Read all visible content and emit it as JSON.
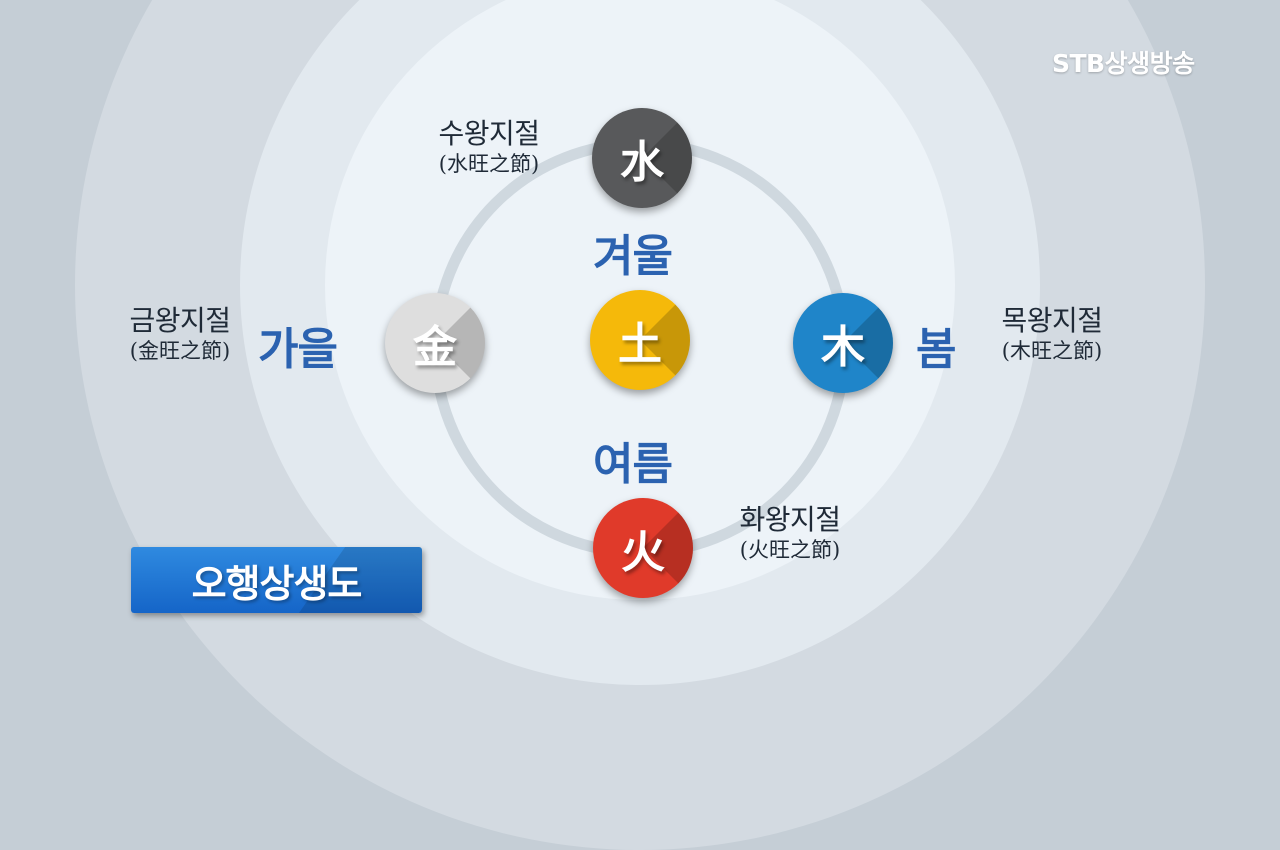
{
  "broadcaster": "STB상생방송",
  "title": "오행상생도",
  "elements": {
    "water": "水",
    "metal": "金",
    "earth": "土",
    "wood": "木",
    "fire": "火"
  },
  "seasons": {
    "winter": "겨울",
    "autumn": "가을",
    "spring": "봄",
    "summer": "여름"
  },
  "labels": {
    "water": {
      "korean": "수왕지절",
      "hanja": "(水旺之節)"
    },
    "metal": {
      "korean": "금왕지절",
      "hanja": "(金旺之節)"
    },
    "wood": {
      "korean": "목왕지절",
      "hanja": "(木旺之節)"
    },
    "fire": {
      "korean": "화왕지절",
      "hanja": "(火旺之節)"
    }
  },
  "colors": {
    "water": "#58595b",
    "metal": "#dedede",
    "earth": "#f5b90a",
    "wood": "#1f85c9",
    "fire": "#e03a2a",
    "season_text": "#2b62b0",
    "title_box": "#1f78d6"
  }
}
